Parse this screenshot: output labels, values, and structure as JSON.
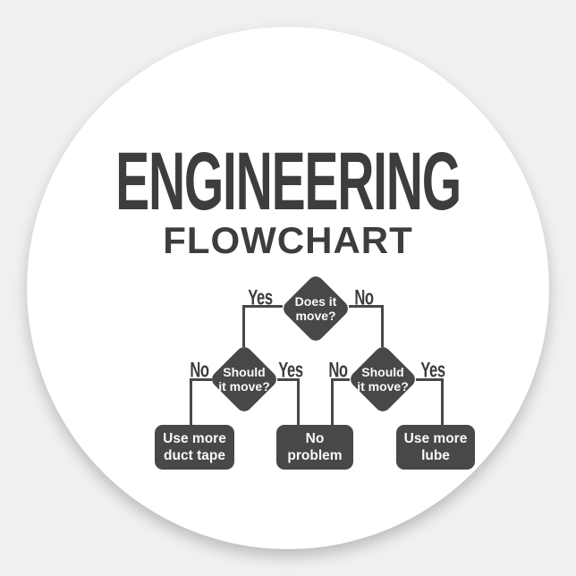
{
  "sticker": {
    "title": "ENGINEERING",
    "subtitle": "FLOWCHART"
  },
  "flowchart": {
    "decisions": {
      "root": {
        "line1": "Does it",
        "line2": "move?"
      },
      "left": {
        "line1": "Should",
        "line2": "it move?"
      },
      "right": {
        "line1": "Should",
        "line2": "it move?"
      }
    },
    "outcomes": {
      "duct_tape": {
        "line1": "Use more",
        "line2": "duct tape"
      },
      "no_problem": {
        "line1": "No",
        "line2": "problem"
      },
      "lube": {
        "line1": "Use more",
        "line2": "lube"
      }
    },
    "branch_labels": {
      "root_yes": "Yes",
      "root_no": "No",
      "left_no": "No",
      "left_yes": "Yes",
      "right_no": "No",
      "right_yes": "Yes"
    },
    "edges": [
      {
        "from": "root",
        "label": "Yes",
        "to": "left"
      },
      {
        "from": "root",
        "label": "No",
        "to": "right"
      },
      {
        "from": "left",
        "label": "No",
        "to": "duct_tape"
      },
      {
        "from": "left",
        "label": "Yes",
        "to": "no_problem"
      },
      {
        "from": "right",
        "label": "No",
        "to": "no_problem"
      },
      {
        "from": "right",
        "label": "Yes",
        "to": "lube"
      }
    ]
  },
  "colors": {
    "backdrop": "#f0f0f0",
    "sticker-fill": "#ffffff",
    "shape-fill": "#48484a",
    "line": "#48484a",
    "shape-text": "#fafafa",
    "title-ink": "#3d3d3f"
  }
}
